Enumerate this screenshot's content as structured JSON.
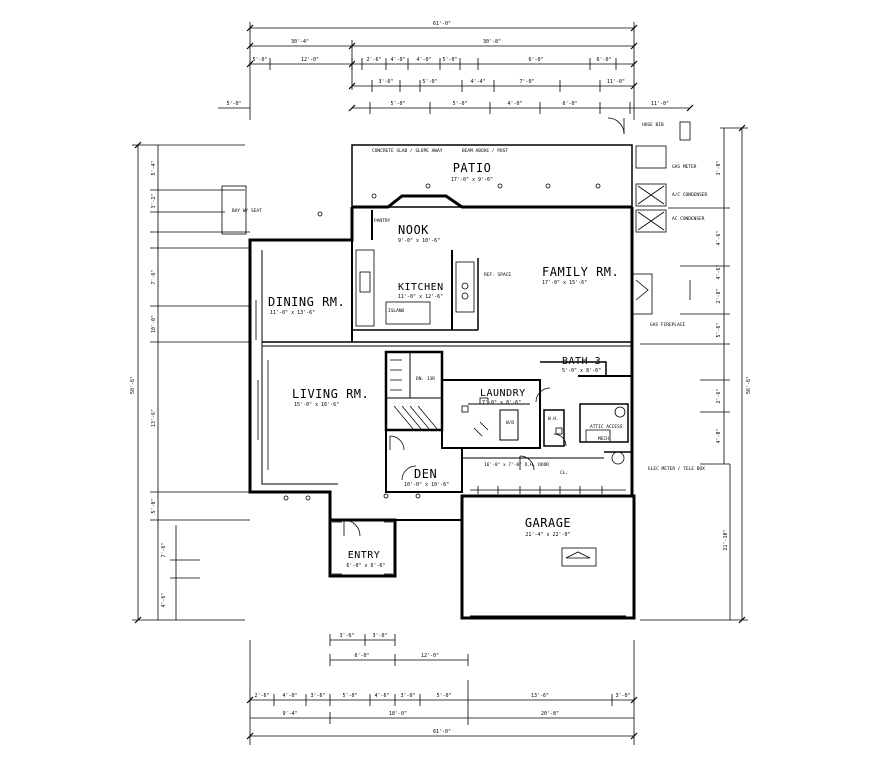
{
  "drawing": {
    "background": "#ffffff",
    "ink": "#000000"
  },
  "rooms": {
    "patio": {
      "name": "PATIO",
      "size": "17'-0\" x 9'-6\""
    },
    "nook": {
      "name": "NOOK",
      "size": "9'-0\" x 10'-6\""
    },
    "kitchen": {
      "name": "KITCHEN",
      "size": "11'-0\" x 12'-6\""
    },
    "family": {
      "name": "FAMILY RM.",
      "size": "17'-0\" x 15'-6\""
    },
    "dining": {
      "name": "DINING RM.",
      "size": "11'-0\" x 13'-6\""
    },
    "living": {
      "name": "LIVING RM.",
      "size": "15'-0\" x 16'-6\""
    },
    "bath": {
      "name": "BATH 3",
      "size": "5'-0\" x 8'-6\""
    },
    "laundry": {
      "name": "LAUNDRY",
      "size": "7'-0\" x 8'-6\""
    },
    "den": {
      "name": "DEN",
      "size": "10'-0\" x 10'-6\""
    },
    "garage": {
      "name": "GARAGE",
      "size": "21'-4\" x 22'-0\""
    },
    "entry": {
      "name": "ENTRY",
      "size": "6'-0\" x 6'-6\""
    }
  },
  "dimensions": {
    "overall_width": "61'-0\"",
    "top_left": "30'-4\"",
    "top_right": "30'-8\"",
    "upper_segments": [
      "5'-0\"",
      "12'-0\"",
      "2'-6\"",
      "4'-0\"",
      "4'-0\"",
      "5'-0\"",
      "6'-0\"",
      "6'-0\""
    ],
    "lower_segments": [
      "3'-6\"",
      "5'-0\"",
      "4'-4\"",
      "7'-0\"",
      "11'-0\""
    ],
    "overall_depth": "58'-6\"",
    "left_segments": [
      "5'-4\"",
      "3'-2\"",
      "7'-6\"",
      "10'-0\"",
      "13'-6\"",
      "5'-0\"",
      "7'-6\"",
      "4'-6\""
    ],
    "right_overall": "56'-6\"",
    "right_segments": [
      "3'-0\"",
      "4'-6\"",
      "5'-6\"",
      "21'-10\""
    ],
    "right_labels": [
      "4'-6\"",
      "2'-8\"",
      "2'-6\"",
      "4'-0\""
    ],
    "bottom_entry": [
      "3'-6\"",
      "3'-0\""
    ],
    "bottom_mid": [
      "6'-0\"",
      "12'-0\""
    ],
    "bottom_segments": [
      "2'-6\"",
      "4'-0\"",
      "3'-6\"",
      "5'-0\"",
      "4'-6\"",
      "3'-0\"",
      "5'-0\"",
      "13'-6\"",
      "3'-0\""
    ],
    "bottom_sub": [
      "9'-4\"",
      "18'-0\"",
      "20'-8\""
    ],
    "bottom_overall": "61'-0\""
  },
  "notes": {
    "patio_note": "CONCRETE SLAB / SLOPE AWAY",
    "patio_note2": "BEAM ABOVE / POST",
    "fireplace_note": "GAS FIREPLACE",
    "ac_note1": "A/C CONDENSER",
    "ac_note2": "AC CONDENSER",
    "hose_note": "HOSE BIB",
    "gas_note": "GAS METER",
    "meter_note": "ELEC METER / TELE BOX",
    "bay_note": "BAY W/ SEAT",
    "pantry_note": "PANTRY",
    "fridge_note": "REF. SPACE",
    "island_note": "ISLAND",
    "laundry_note": "W/D",
    "water_heater": "W.H.",
    "stair_note": "DN. 13R",
    "garage_door": "16'-0\" x 7'-0\" O.H. DOOR",
    "attic_note": "ATTIC ACCESS",
    "closet_note": "CL.",
    "mech_note": "MECH."
  }
}
